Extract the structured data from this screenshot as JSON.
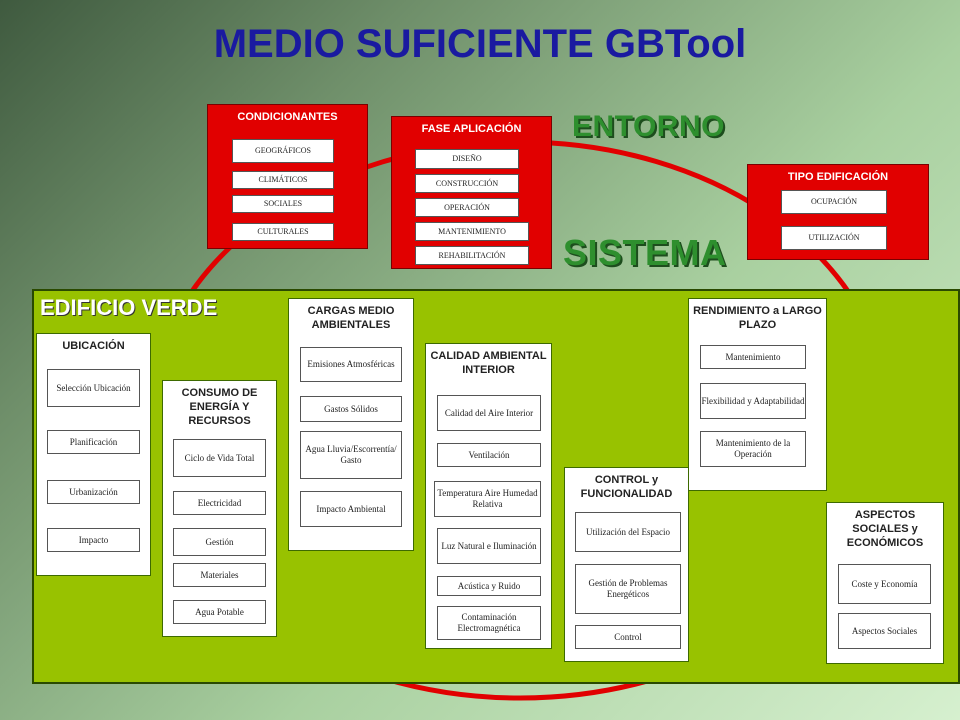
{
  "title": "MEDIO SUFICIENTE GBTool",
  "entorno": "ENTORNO",
  "sistema": "SISTEMA",
  "edificio_verde": "EDIFICIO VERDE",
  "condicionantes": {
    "header": "CONDICIONANTES",
    "items": [
      "GEOGRÁFICOS",
      "CLIMÁTICOS",
      "SOCIALES",
      "CULTURALES"
    ]
  },
  "fase_aplicacion": {
    "header": "FASE APLICACIÓN",
    "items": [
      "DISEÑO",
      "CONSTRUCCIÓN",
      "OPERACIÓN",
      "MANTENIMIENTO",
      "REHABILITACIÓN"
    ]
  },
  "tipo_edificacion": {
    "header": "TIPO EDIFICACIÓN",
    "items": [
      "OCUPACIÓN",
      "UTILIZACIÓN"
    ]
  },
  "ubicacion": {
    "header": "UBICACIÓN",
    "items": [
      "Selección Ubicación",
      "Planificación",
      "Urbanización",
      "Impacto"
    ]
  },
  "consumo": {
    "header": "CONSUMO DE ENERGÍA Y RECURSOS",
    "items": [
      "Ciclo de Vida Total",
      "Electricidad",
      "Gestión",
      "Materiales",
      "Agua Potable"
    ]
  },
  "cargas": {
    "header": "CARGAS MEDIO AMBIENTALES",
    "items": [
      "Emisiones Atmosféricas",
      "Gastos Sólidos",
      "Agua Lluvia/Escorrentía/ Gasto",
      "Impacto Ambiental"
    ]
  },
  "calidad": {
    "header": "CALIDAD AMBIENTAL INTERIOR",
    "items": [
      "Calidad del Aire Interior",
      "Ventilación",
      "Temperatura Aire Humedad Relativa",
      "Luz Natural e Iluminación",
      "Acústica y Ruido",
      "Contaminación Electromagnética"
    ]
  },
  "control": {
    "header": "CONTROL y FUNCIONALIDAD",
    "items": [
      "Utilización del Espacio",
      "Gestión de Problemas Energéticos",
      "Control"
    ]
  },
  "rendimiento": {
    "header": "RENDIMIENTO a LARGO PLAZO",
    "items": [
      "Mantenimiento",
      "Flexibilidad y Adaptabilidad",
      "Mantenimiento de la Operación"
    ]
  },
  "aspectos": {
    "header": "ASPECTOS SOCIALES y ECONÓMICOS",
    "items": [
      "Coste y Economía",
      "Aspectos Sociales"
    ]
  },
  "colors": {
    "title": "#1a1aa0",
    "red": "#e10000",
    "green_area": "#98c200",
    "label_green": "#2e8f2e"
  }
}
